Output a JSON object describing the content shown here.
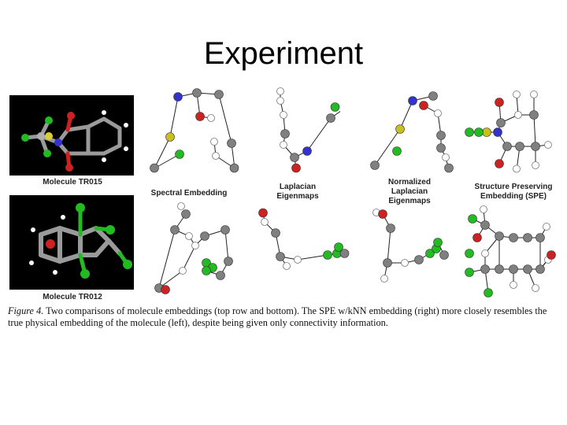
{
  "slide": {
    "title": "Experiment"
  },
  "figure": {
    "molecules": [
      {
        "label": "Molecule TR015"
      },
      {
        "label": "Molecule TR012"
      }
    ],
    "methods": [
      {
        "label_lines": [
          "Spectral Embedding"
        ]
      },
      {
        "label_lines": [
          "Laplacian",
          "Eigenmaps"
        ]
      },
      {
        "label_lines": [
          "Normalized",
          "Laplacian",
          "Eigenmaps"
        ]
      },
      {
        "label_lines": [
          "Structure Preserving",
          "Embedding (SPE)"
        ]
      }
    ],
    "caption": {
      "figure_ref": "Figure 4.",
      "text": "Two comparisons of molecule embeddings (top row and bottom). The SPE w/kNN embedding (right) more closely resembles the true physical embedding of the molecule (left), despite being given only connectivity information."
    },
    "atom_colors": {
      "carbon": "#808080",
      "hydrogen": "#ffffff",
      "oxygen": "#cc2222",
      "nitrogen": "#3333cc",
      "sulfur": "#c8c020",
      "chlorine": "#22bb22"
    }
  }
}
